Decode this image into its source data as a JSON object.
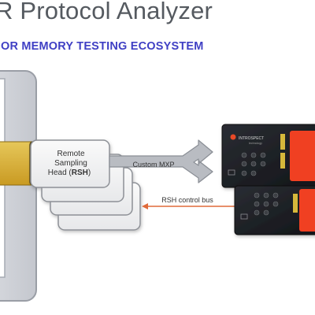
{
  "title": "R Protocol Analyzer",
  "subtitle": "OR MEMORY TESTING ECOSYSTEM",
  "rsh": {
    "line1": "Remote",
    "line2": "Sampling",
    "line3_prefix": "Head (",
    "line3_bold": "RSH",
    "line3_suffix": ")"
  },
  "links": {
    "mxp": "Custom MXP",
    "control": "RSH control bus"
  },
  "device": {
    "brand": "INTROSPECT",
    "subbrand": "technology"
  },
  "colors": {
    "subtitle": "#3f3fc4",
    "arrow": "#e06a3a",
    "device_accent": "#f04020",
    "dimm": "#d2b03c"
  }
}
